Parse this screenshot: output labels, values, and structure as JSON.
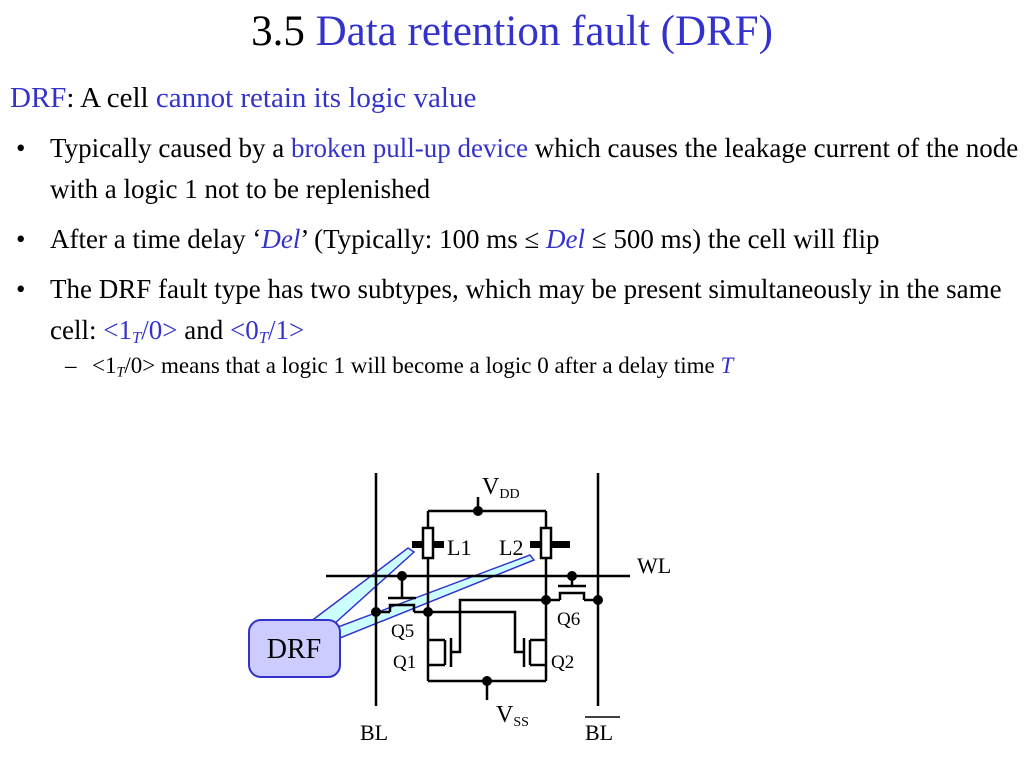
{
  "title": {
    "prefix": "3.5 ",
    "main": "Data retention fault (DRF)"
  },
  "subtitle": {
    "term": "DRF",
    "sep": ": A cell ",
    "highlight": "cannot retain its logic value"
  },
  "bullets": {
    "b1": {
      "t1": "Typically caused by a ",
      "hl": "broken pull-up device",
      "t2": " which  causes the leakage current of the node with a logic 1 not to be replenished"
    },
    "b2": {
      "t1": "After a time delay ‘",
      "del1": "Del",
      "t2": "’ (Typically: 100 ms ≤ ",
      "del2": "Del",
      "t3": " ≤ 500 ms) the cell will flip"
    },
    "b3": {
      "t1": "The DRF fault type has two subtypes, which may be present simultaneously in the same cell: ",
      "f1a": "<1",
      "f1s": "T",
      "f1b": "/0>",
      "and": " and ",
      "f2a": "<0",
      "f2s": "T",
      "f2b": "/1>"
    },
    "sub1": {
      "a": "<1",
      "s": "T",
      "b": "/0> means that a logic 1 will become a logic 0 after a delay time ",
      "t": "T"
    }
  },
  "bullet_glyph": "•",
  "sub_glyph": "–",
  "diagram": {
    "vdd": "V",
    "vdd_sub": "DD",
    "vss": "V",
    "vss_sub": "SS",
    "l1": "L1",
    "l2": "L2",
    "wl": "WL",
    "q1": "Q1",
    "q2": "Q2",
    "q5": "Q5",
    "q6": "Q6",
    "bl": "BL",
    "blb": "BL",
    "drf": "DRF"
  },
  "colors": {
    "accent": "#3333cc",
    "callout_fill": "#ccccff",
    "callout_ray": "#ccffff"
  }
}
